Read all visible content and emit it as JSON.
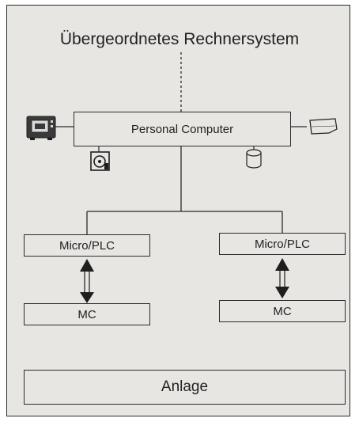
{
  "diagram": {
    "title": "Übergeordnetes Rechnersystem",
    "pc_label": "Personal Computer",
    "left_plc_label": "Micro/PLC",
    "right_plc_label": "Micro/PLC",
    "left_mc_label": "MC",
    "right_mc_label": "MC",
    "plant_label": "Anlage"
  },
  "peripherals": [
    "monitor-icon",
    "floppy-drive-icon",
    "hard-disk-icon",
    "printer-icon"
  ]
}
